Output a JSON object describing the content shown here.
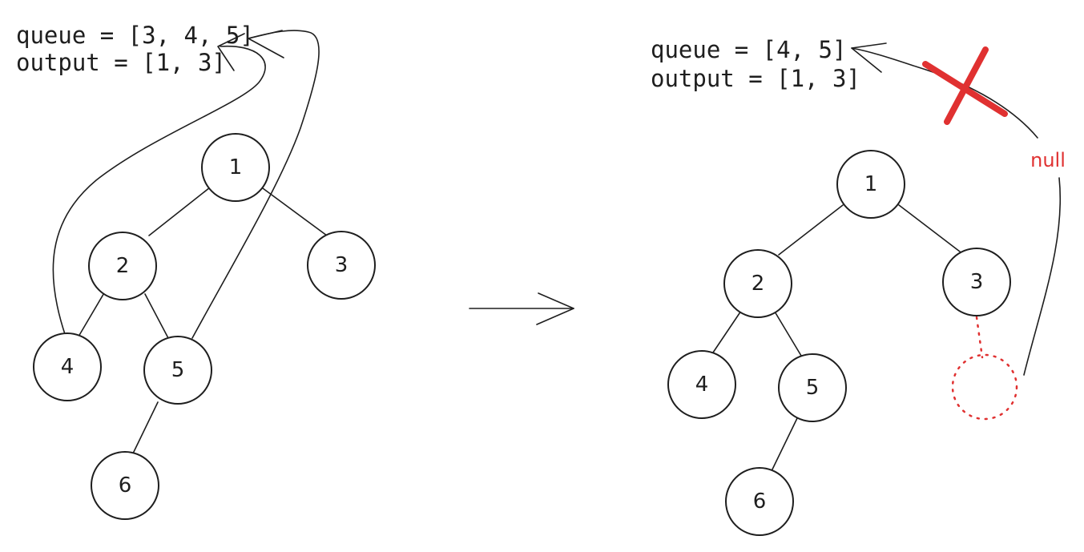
{
  "colors": {
    "ink": "#1e1e1e",
    "accent_red": "#e03131"
  },
  "left": {
    "queue_label": "queue = [3, 4, 5]",
    "output_label": "output = [1, 3]",
    "nodes": {
      "n1": "1",
      "n2": "2",
      "n3": "3",
      "n4": "4",
      "n5": "5",
      "n6": "6"
    }
  },
  "transition_arrow": "right-arrow",
  "right": {
    "queue_label": "queue = [4, 5]",
    "output_label": "output = [1, 3]",
    "null_label": "null",
    "nodes": {
      "n1": "1",
      "n2": "2",
      "n3": "3",
      "n4": "4",
      "n5": "5",
      "n6": "6"
    }
  }
}
